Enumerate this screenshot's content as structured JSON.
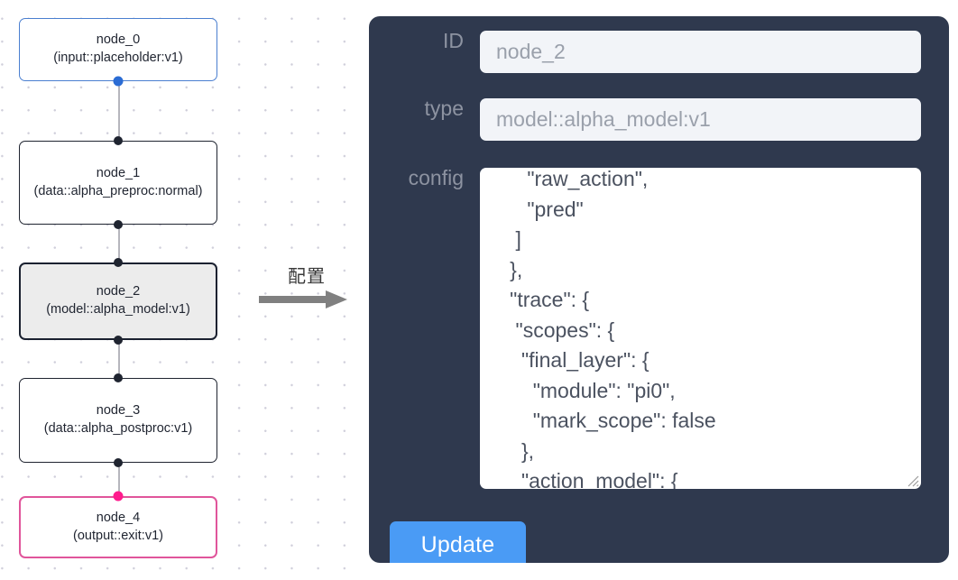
{
  "canvas": {
    "nodes": [
      {
        "id": "node_0",
        "type_line": "(input::placeholder:v1)",
        "variant": "input"
      },
      {
        "id": "node_1",
        "type_line": "(data::alpha_preproc:normal)",
        "variant": "default"
      },
      {
        "id": "node_2",
        "type_line": "(model::alpha_model:v1)",
        "variant": "selected"
      },
      {
        "id": "node_3",
        "type_line": "(data::alpha_postproc:v1)",
        "variant": "default"
      },
      {
        "id": "node_4",
        "type_line": "(output::exit:v1)",
        "variant": "output"
      }
    ],
    "colors": {
      "input_border": "#4a7fd0",
      "output_border": "#e0559b",
      "default_border": "#1f2430",
      "selected_fill": "#ececec",
      "edge": "#b6b6bd",
      "handle": "#1f2430",
      "handle_input": "#2b6cd4",
      "handle_output": "#ff1b8d",
      "grid_dot": "#d0cfdb"
    }
  },
  "annotation": {
    "label": "配置",
    "arrow_icon": "right-arrow-icon",
    "arrow_color": "#808080"
  },
  "inspector": {
    "panel_color": "#2f394e",
    "fields": {
      "id": {
        "label": "ID",
        "value": "node_2",
        "placeholder": "node_2"
      },
      "type": {
        "label": "type",
        "value": "model::alpha_model:v1",
        "placeholder": "model::alpha_model:v1"
      },
      "config": {
        "label": "config",
        "value": "      \"raw_action\",\n      \"pred\"\n    ]\n   },\n   \"trace\": {\n    \"scopes\": {\n     \"final_layer\": {\n       \"module\": \"pi0\",\n       \"mark_scope\": false\n     },\n     \"action_model\": {",
        "scroll_position": "middle",
        "resize_grip_icon": "resize-grip-icon",
        "scrollbar_thumb_icon": "scrollbar-thumb"
      }
    },
    "update_button": {
      "label": "Update",
      "color": "#4a9bf5"
    }
  }
}
